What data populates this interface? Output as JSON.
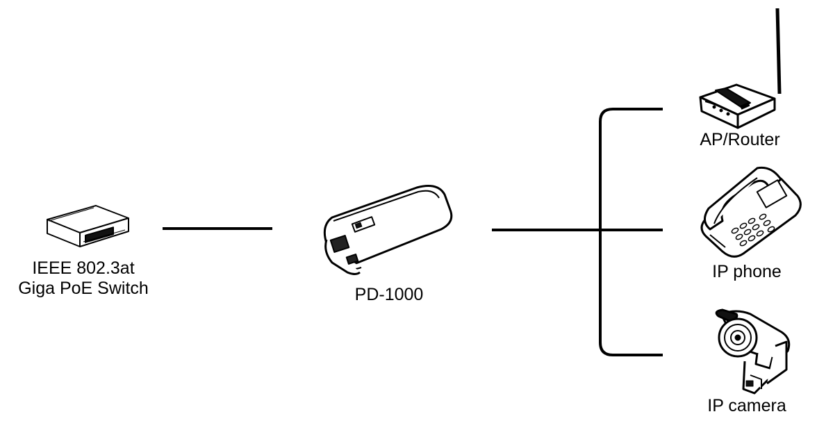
{
  "nodes": {
    "switch": {
      "line1": "IEEE 802.3at",
      "line2": "Giga PoE Switch",
      "icon": "poe-switch-icon"
    },
    "pd": {
      "label": "PD-1000",
      "icon": "pd-1000-device-icon"
    },
    "router": {
      "label": "AP/Router",
      "icon": "wireless-router-icon"
    },
    "phone": {
      "label": "IP phone",
      "icon": "desk-phone-icon"
    },
    "camera": {
      "label": "IP camera",
      "icon": "security-camera-icon"
    }
  },
  "colors": {
    "stroke": "#000000",
    "background": "#ffffff"
  }
}
